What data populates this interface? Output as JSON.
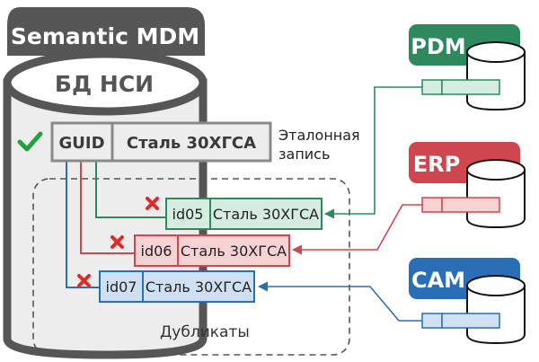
{
  "title": "Semantic MDM",
  "db_label": "БД НСИ",
  "golden_record": {
    "key": "GUID",
    "value": "Сталь 30ХГСА",
    "caption_line1": "Эталонная",
    "caption_line2": "запись"
  },
  "duplicates_label": "Дубликаты",
  "duplicates": [
    {
      "id": "id05",
      "value": "Сталь 30ХГСА",
      "system": "pdm"
    },
    {
      "id": "id06",
      "value": "Сталь 30ХГСА",
      "system": "erp"
    },
    {
      "id": "id07",
      "value": "Сталь 30ХГСА",
      "system": "cam"
    }
  ],
  "systems": {
    "pdm": {
      "label": "PDM",
      "color": "#2e8a5e",
      "light": "#d4ede0"
    },
    "erp": {
      "label": "ERP",
      "color": "#d0464e",
      "light": "#f6d2d2"
    },
    "cam": {
      "label": "CAM",
      "color": "#2a6fb5",
      "light": "#cfe0f3"
    }
  },
  "icons": {
    "golden": "check-icon",
    "duplicate": "cross-icon"
  },
  "colors": {
    "frame": "#565656",
    "db_fill": "#ededed",
    "check": "#1fa33a",
    "cross": "#e02a2a"
  }
}
